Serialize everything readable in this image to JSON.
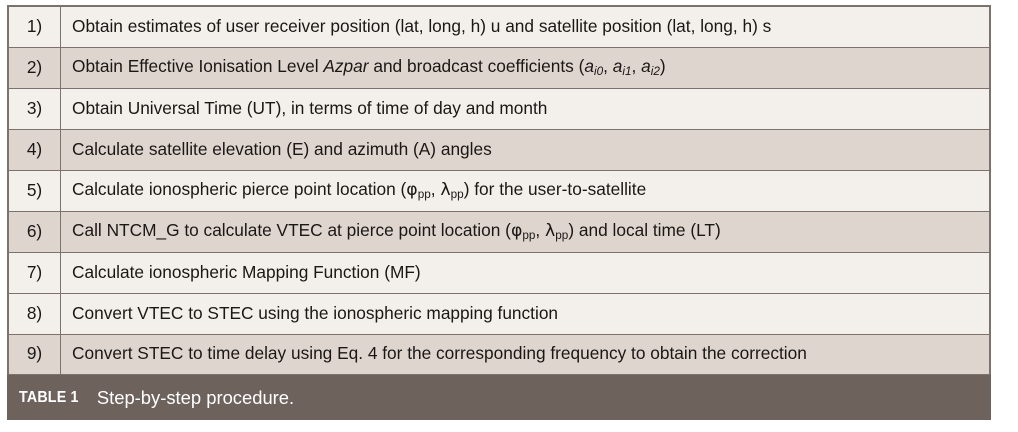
{
  "figure": {
    "type": "table",
    "caption_label": "TABLE 1",
    "caption_text": "Step-by-step procedure.",
    "colors": {
      "border": "#7d716b",
      "row_light": "#f3f0eb",
      "row_dark": "#ded5ce",
      "caption_bar": "#6e625d",
      "caption_fg": "#ffffff",
      "text": "#1b1715"
    },
    "columns": [
      "step",
      "description"
    ],
    "rows": [
      {
        "step": "1)",
        "description": "Obtain estimates of user receiver position (lat, long, h) u and satellite position (lat, long, h) s",
        "shade": "light"
      },
      {
        "step": "2)",
        "description": "Obtain Effective Ionisation Level Azpar and broadcast coefficients (ai0, ai1, ai2)",
        "shade": "dark"
      },
      {
        "step": "3)",
        "description": "Obtain Universal Time (UT), in terms of time of day and month",
        "shade": "light"
      },
      {
        "step": "4)",
        "description": "Calculate satellite elevation (E) and azimuth (A) angles",
        "shade": "dark"
      },
      {
        "step": "5)",
        "description": "Calculate ionospheric pierce point location (φpp, λpp) for the user-to-satellite",
        "shade": "light"
      },
      {
        "step": "6)",
        "description": "Call NTCM_G to calculate VTEC at pierce point location (φpp, λpp) and local time (LT)",
        "shade": "dark"
      },
      {
        "step": "7)",
        "description": "Calculate ionospheric Mapping Function (MF)",
        "shade": "light"
      },
      {
        "step": "8)",
        "description": "Convert VTEC to STEC using the ionospheric mapping function",
        "shade": "light"
      },
      {
        "step": "9)",
        "description": "Convert STEC to time delay using Eq. 4 for the corresponding frequency to obtain the correction",
        "shade": "dark"
      }
    ]
  }
}
